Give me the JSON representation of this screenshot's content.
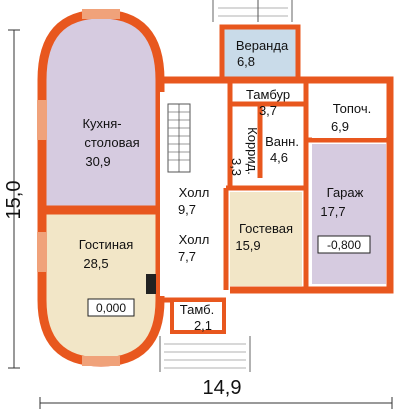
{
  "dimensions": {
    "width": "14,9",
    "height": "15,0"
  },
  "rooms": {
    "veranda": {
      "name": "Веранда",
      "area": "6,8"
    },
    "tambur_top": {
      "name": "Тамбур",
      "area": "3,7"
    },
    "topoch": {
      "name": "Топоч.",
      "area": "6,9"
    },
    "kitchen": {
      "name_line1": "Кухня-",
      "name_line2": "столовая",
      "area": "30,9"
    },
    "korrid": {
      "name": "Коррид.",
      "area": "3,3"
    },
    "vann": {
      "name": "Ванн.",
      "area": "4,6"
    },
    "holl_top": {
      "name": "Холл",
      "area": "9,7"
    },
    "garage": {
      "name": "Гараж",
      "area": "17,7",
      "level": "-0,800"
    },
    "guest": {
      "name": "Гостевая",
      "area": "15,9"
    },
    "holl_bottom": {
      "name": "Холл",
      "area": "7,7"
    },
    "living": {
      "name": "Гостиная",
      "area": "28,5",
      "level": "0,000"
    },
    "tamb_bottom": {
      "name": "Тамб.",
      "area": "2,1"
    }
  },
  "colors": {
    "wall": "#e8571e",
    "wall_light": "#f0a27a",
    "kitchen_fill": "#d6cbe0",
    "living_fill": "#f2e6c7",
    "veranda_fill": "#c9dbe9",
    "garage_fill": "#d6cbe0",
    "guest_fill": "#f2e6c7",
    "hall_fill": "#ffffff"
  }
}
